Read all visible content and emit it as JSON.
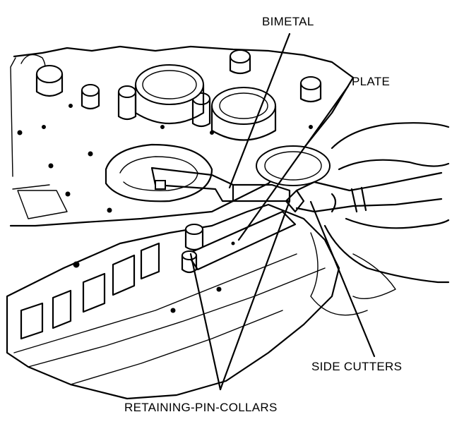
{
  "diagram": {
    "labels": {
      "bimetal": "BIMETAL",
      "plate": "PLATE",
      "side_cutters": "SIDE CUTTERS",
      "retaining_pin_collars": "RETAINING-PIN-COLLARS"
    }
  }
}
